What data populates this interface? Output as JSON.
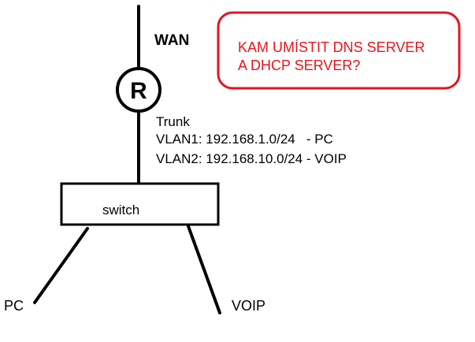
{
  "labels": {
    "wan": "WAN",
    "router": "R",
    "trunk": "Trunk",
    "vlan1": "VLAN1: 192.168.1.0/24   - PC",
    "vlan2": "VLAN2: 192.168.10.0/24 - VOIP",
    "switch": "switch",
    "pc": "PC",
    "voip": "VOIP"
  },
  "question": {
    "line1": "KAM UMÍSTIT DNS SERVER",
    "line2": "A DHCP SERVER?"
  },
  "colors": {
    "line": "#000000",
    "question_border": "#e8141c",
    "question_text": "#e8141c"
  }
}
